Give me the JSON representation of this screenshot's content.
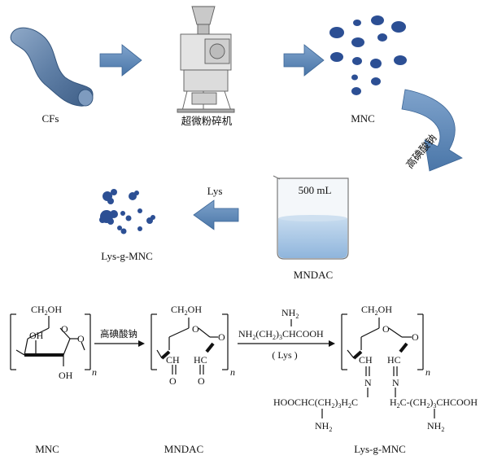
{
  "process": {
    "cfs_label": "CFs",
    "grinder_label": "超微粉碎机",
    "mnc_label": "MNC",
    "oxidant_label": "高碘酸钠",
    "beaker_volume": "500 mL",
    "mndac_label": "MNDAC",
    "lys_label": "Lys",
    "product_label": "Lys-g-MNC"
  },
  "reaction": {
    "ch2oh": "CH",
    "ch2oh_sub": "2",
    "ch2oh_tail": "OH",
    "oh": "OH",
    "o": "O",
    "n": "n",
    "oxidant": "高碘酸钠",
    "ch": "CH",
    "hc": "HC",
    "lys_top_nh2": "NH",
    "lys_top_nh2_sub": "2",
    "lys_formula_a": "NH",
    "lys_formula_a_sub": "2",
    "lys_formula_b": "(CH",
    "lys_formula_b_sub": "2",
    "lys_formula_c": ")",
    "lys_formula_c_sub": "3",
    "lys_formula_d": "CHCOOH",
    "lys_paren": "( Lys )",
    "left_chain_a": "HOOCHC(CH",
    "left_chain_sub1": "2",
    "left_chain_b": ")",
    "left_chain_sub2": "3",
    "left_chain_c": "H",
    "left_chain_sub3": "2",
    "left_chain_d": "C",
    "right_chain_a": "H",
    "right_chain_sub1": "2",
    "right_chain_b": "C-(CH",
    "right_chain_sub2": "2",
    "right_chain_c": ")",
    "right_chain_sub3": "3",
    "right_chain_d": "CHCOOH",
    "nh2": "NH",
    "nh2_sub": "2",
    "n_atom": "N"
  },
  "captions": {
    "mnc": "MNC",
    "mndac": "MNDAC",
    "product": "Lys-g-MNC"
  },
  "colors": {
    "arrow_fill": "#5d86b6",
    "fiber": "#5f7fa6",
    "particle": "#2c4f94",
    "liquid": "#a9c8e6",
    "curved_arrow": "#4f7db3"
  }
}
